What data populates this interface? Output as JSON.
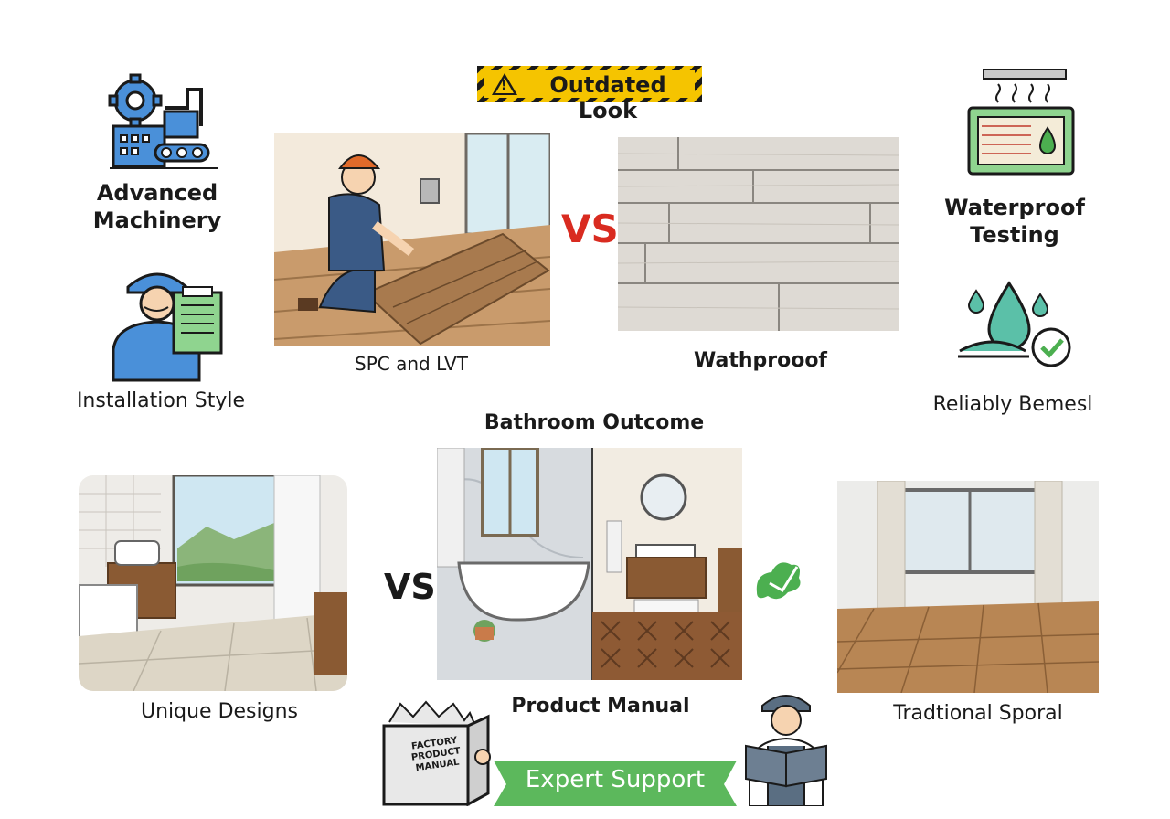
{
  "banner": {
    "label": "Outdated Look",
    "color": "#f5c400"
  },
  "left_top": {
    "label": "Advanced Machinery",
    "icon": "machinery-icon"
  },
  "left_mid": {
    "label": "Installation Style",
    "icon": "worker-clipboard-icon"
  },
  "right_top": {
    "label": "Waterproof Testing",
    "icon": "waterproof-test-icon"
  },
  "right_mid": {
    "label": "Reliably Bemesl",
    "icon": "water-drop-check-icon"
  },
  "top_compare": {
    "left_caption": "SPC and LVT",
    "vs": "VS",
    "right_caption": "Wathprooof",
    "vs_color": "#d92b20"
  },
  "middle_title": "Bathroom Outcome",
  "bottom_compare": {
    "left_caption": "Unique Designs",
    "vs": "VS",
    "center_caption": "Product Manual",
    "right_caption": "Tradtional Sporal"
  },
  "manual_box": {
    "text": "FACTORY PRODUCT MANUAL"
  },
  "support": {
    "label": "Expert Support",
    "color": "#5cb85c"
  },
  "accent_green": "#4caf50"
}
